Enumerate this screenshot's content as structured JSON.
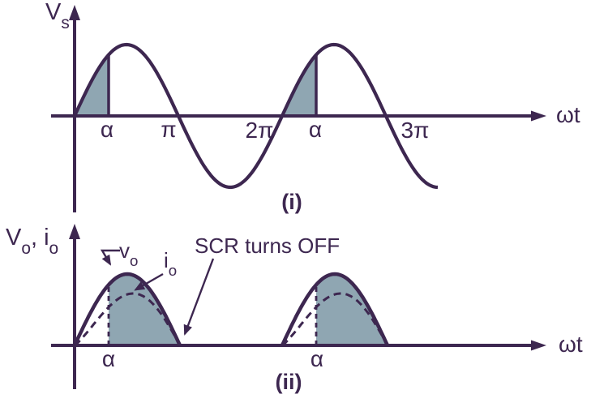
{
  "colors": {
    "stroke": "#3d2750",
    "shade_fill": "#8fa6b2",
    "background": "#ffffff"
  },
  "top_plot": {
    "y_label": {
      "base": "V",
      "sub": "s"
    },
    "x_label": "ωt",
    "ticks": {
      "alpha1": "α",
      "pi": "π",
      "two_pi": "2π",
      "alpha2": "α",
      "three_pi": "3π"
    },
    "caption": "(i)"
  },
  "bottom_plot": {
    "y_label": {
      "p1": "V",
      "s1": "o",
      "p2": ", i",
      "s2": "o"
    },
    "x_label": "ωt",
    "ticks": {
      "alpha1": "α",
      "alpha2": "α"
    },
    "curve_labels": {
      "vo_base": "v",
      "vo_sub": "o",
      "io_base": "i",
      "io_sub": "o"
    },
    "annotation": "SCR turns OFF",
    "caption": "(ii)"
  },
  "chart_data": {
    "type": "line",
    "description": "Phase-controlled SCR (half-wave) rectifier waveforms",
    "plots": [
      {
        "caption": "(i)",
        "y_axis": "Vs",
        "x_axis": "ωt",
        "x_ticks": [
          "α",
          "π",
          "2π",
          "α",
          "3π"
        ],
        "series": [
          {
            "name": "Vs",
            "style": "solid",
            "shape": "sine wave from 0 to 3.5π"
          }
        ],
        "shaded_intervals": [
          [
            "0",
            "α"
          ],
          [
            "2π",
            "2π+α"
          ]
        ],
        "firing_angle_fraction_of_pi": 0.33
      },
      {
        "caption": "(ii)",
        "y_axis": "Vo, io",
        "x_axis": "ωt",
        "x_ticks": [
          "α",
          "α"
        ],
        "series": [
          {
            "name": "vo",
            "style": "solid",
            "shape": "half-sine pulses ending just after π and 3π"
          },
          {
            "name": "io",
            "style": "dashed",
            "shape": "lower-amplitude lagging current pulses"
          }
        ],
        "shaded_intervals": [
          [
            "α",
            "pulse end"
          ],
          [
            "2π+α",
            "pulse end"
          ]
        ],
        "annotation": "SCR turns OFF at pulse end"
      }
    ]
  }
}
